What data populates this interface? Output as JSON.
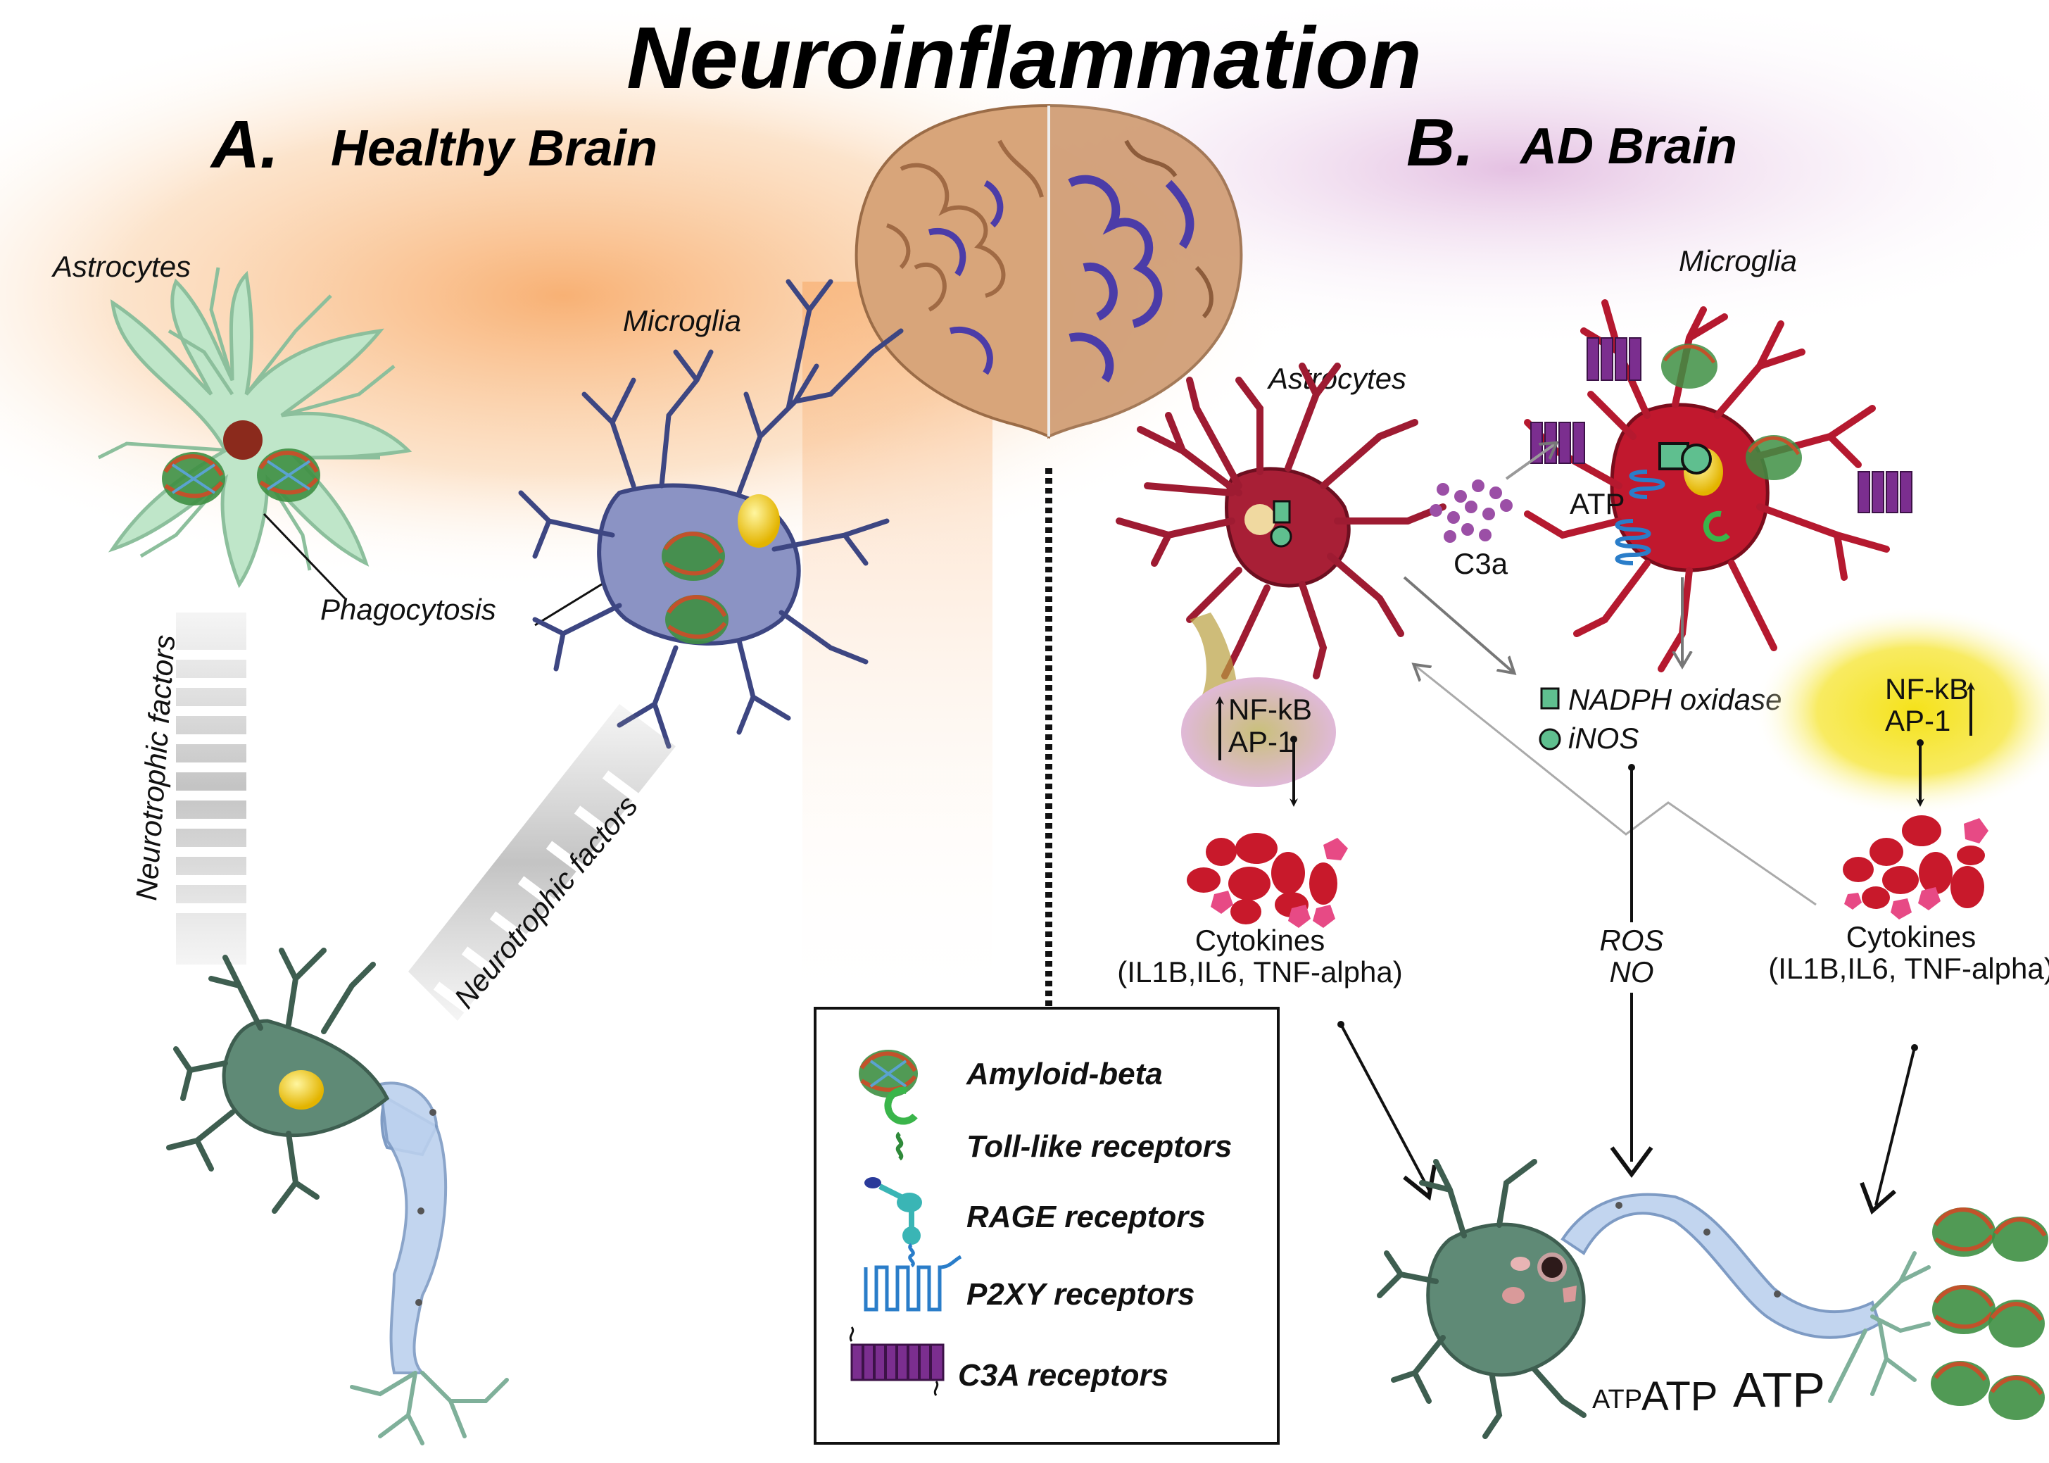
{
  "title": "Neuroinflammation",
  "panel_a": {
    "letter": "A.",
    "title": "Healthy Brain"
  },
  "panel_b": {
    "letter": "B.",
    "title": "AD Brain"
  },
  "labels_a": {
    "astrocytes": "Astrocytes",
    "microglia": "Microglia",
    "phagocytosis": "Phagocytosis",
    "neurotrophic_1": "Neurotrophic factors",
    "neurotrophic_2": "Neurotrophic factors"
  },
  "labels_b": {
    "astrocytes": "Astrocytes",
    "microglia": "Microglia",
    "c3a": "C3a",
    "atp": "ATP",
    "nadph": "NADPH oxidase",
    "inos": "iNOS",
    "nfkb_left": "NF-kB",
    "ap1_left": "AP-1",
    "nfkb_right": "NF-kB",
    "ap1_right": "AP-1",
    "cytokines_left_1": "Cytokines",
    "cytokines_left_2": "(IL1B,IL6, TNF-alpha)",
    "cytokines_right_1": "Cytokines",
    "cytokines_right_2": "(IL1B,IL6, TNF-alpha)",
    "ros": "ROS",
    "no": "NO",
    "atp_1": "ATP",
    "atp_2": "ATP",
    "atp_3": "ATP"
  },
  "legend": {
    "items": [
      {
        "icon": "amyloid-beta-icon",
        "label": "Amyloid-beta"
      },
      {
        "icon": "toll-like-receptor-icon",
        "label": "Toll-like receptors"
      },
      {
        "icon": "rage-receptor-icon",
        "label": "RAGE receptors"
      },
      {
        "icon": "p2xy-receptor-icon",
        "label": "P2XY receptors"
      },
      {
        "icon": "c3a-receptor-icon",
        "label": "C3A receptors"
      }
    ]
  },
  "colors": {
    "healthy_glow": "#f7a35c",
    "ad_glow": "#d9a6d6",
    "astro_healthy": "#b8e0c2",
    "astro_ad": "#9e1b32",
    "microglia_healthy": "#7a82b8",
    "microglia_ad": "#b5192f",
    "neuron": "#5f8a76",
    "axon": "#bcd1ee",
    "cytokine": "#c8192b",
    "c3a_receptor": "#7b2e8f",
    "yellow_glow": "#f5e21a"
  }
}
